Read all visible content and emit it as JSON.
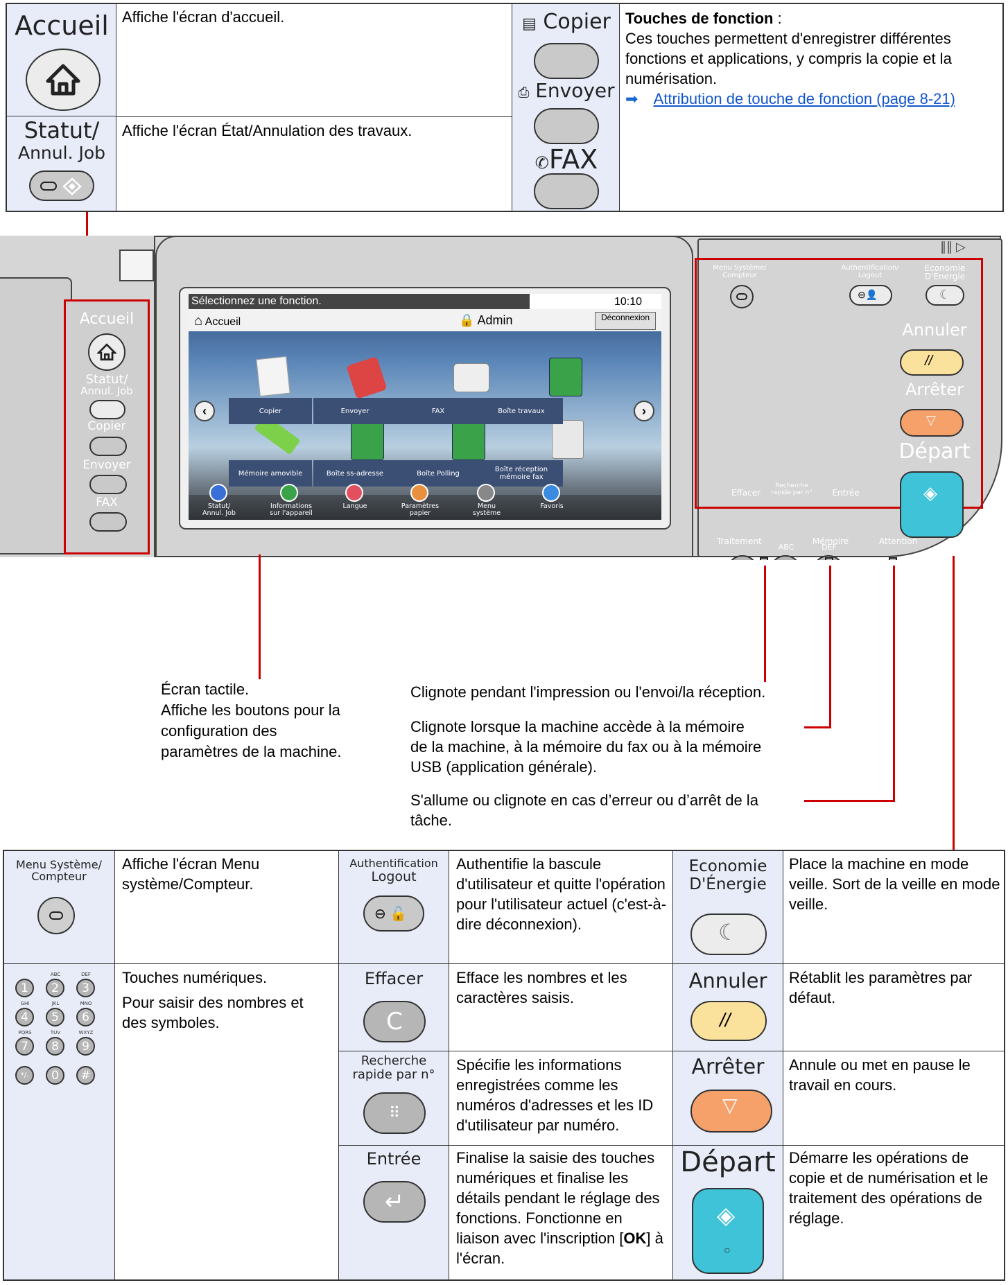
{
  "top_table": {
    "accueil": {
      "key": "Accueil",
      "desc": "Affiche l'écran d'accueil."
    },
    "statut": {
      "key_line1": "Statut/",
      "key_line2": "Annul. Job",
      "desc": "Affiche l'écran État/Annulation des travaux."
    },
    "function_keys": {
      "copier": "Copier",
      "envoyer": "Envoyer",
      "fax": "FAX"
    },
    "fn_desc_title": "Touches de fonction",
    "fn_desc_colon": " :",
    "fn_desc_text": "Ces touches permettent d'enregistrer différentes fonctions et applications, y compris la copie et la numérisation.",
    "fn_link": "Attribution de touche de fonction (page 8-21)"
  },
  "panel": {
    "left_keys": {
      "accueil": "Accueil",
      "statut1": "Statut/",
      "statut2": "Annul. Job",
      "copier": "Copier",
      "envoyer": "Envoyer",
      "fax": "FAX"
    },
    "screen": {
      "header_title": "Sélectionnez une fonction.",
      "time": "10:10",
      "home_label": "Accueil",
      "user": "Admin",
      "logout": "Déconnexion",
      "apps": [
        "Copier",
        "Envoyer",
        "FAX",
        "Boîte travaux",
        "Mémoire amovible",
        "Boîte ss-adresse",
        "Boîte Polling",
        "Boîte réception mémoire fax"
      ],
      "dock": [
        "Statut/ Annul. Job",
        "Informations sur l'appareil",
        "Langue",
        "Paramètres papier",
        "Menu système",
        "Favoris"
      ]
    },
    "right": {
      "menu_systeme": "Menu Système/ Compteur",
      "auth": "Authentification/ Logout",
      "eco": "Economie D'Energie",
      "keys": [
        {
          "n": "1",
          "l": ""
        },
        {
          "n": "2",
          "l": "ABC"
        },
        {
          "n": "3",
          "l": "DEF"
        },
        {
          "n": "4",
          "l": "GHI"
        },
        {
          "n": "5",
          "l": "JKL"
        },
        {
          "n": "6",
          "l": "MNO"
        },
        {
          "n": "7",
          "l": "PQRS"
        },
        {
          "n": "8",
          "l": "TUV"
        },
        {
          "n": "9",
          "l": "WXYZ"
        },
        {
          "n": "*/.",
          "l": ""
        },
        {
          "n": "0",
          "l": ""
        },
        {
          "n": "#",
          "l": ""
        }
      ],
      "annuler": "Annuler",
      "arreter": "Arrêter",
      "depart": "Départ",
      "effacer": "Effacer",
      "recherche": "Recherche rapide par n°",
      "entree": "Entrée",
      "leds": [
        "Traitement",
        "Mémoire",
        "Attention"
      ]
    }
  },
  "callouts": {
    "ecran_tactile": [
      "Écran tactile.",
      "Affiche les boutons pour la",
      "configuration des",
      "paramètres de la machine."
    ],
    "traitement": "Clignote pendant l'impression ou l'envoi/la réception.",
    "memoire": [
      "Clignote lorsque la machine accède à la mémoire",
      "de la machine, à la mémoire du fax ou à la mémoire",
      "USB (application générale)."
    ],
    "attention": [
      "S'allume ou clignote en cas d’erreur ou d’arrêt de la",
      "tâche."
    ]
  },
  "bottom_table": {
    "menu": {
      "key": "Menu Système/ Compteur",
      "desc": "Affiche l'écran Menu système/Compteur."
    },
    "auth": {
      "key1": "Authentification",
      "key2": "Logout",
      "desc": "Authentifie la bascule d'utilisateur et quitte l'opération pour l'utilisateur actuel (c'est-à-dire déconnexion)."
    },
    "eco": {
      "key1": "Economie",
      "key2": "D'Énergie",
      "desc": "Place la machine en mode veille. Sort de la veille en mode veille."
    },
    "numeric": {
      "desc1": "Touches numériques.",
      "desc2": "Pour saisir des nombres et des symboles."
    },
    "effacer": {
      "key": "Effacer",
      "desc": "Efface les nombres et les caractères saisis."
    },
    "annuler": {
      "key": "Annuler",
      "desc": "Rétablit les paramètres par défaut."
    },
    "recherche": {
      "key1": "Recherche",
      "key2": "rapide par n°",
      "desc": "Spécifie les informations enregistrées comme les numéros d'adresses et les ID d'utilisateur par numéro."
    },
    "arreter": {
      "key": "Arrêter",
      "desc": "Annule ou met en pause le travail en cours."
    },
    "entree": {
      "key": "Entrée",
      "desc_before": "Finalise la saisie des touches numériques et finalise les détails pendant le réglage des fonctions. Fonctionne en liaison avec l'inscription [",
      "desc_bold": "OK",
      "desc_after": "] à l'écran."
    },
    "depart": {
      "key": "Départ",
      "desc": "Démarre les opérations de copie et de numérisation et le traitement des opérations de réglage."
    }
  },
  "colors": {
    "cell_bg": "#e8ecf8",
    "red": "#cc0000",
    "link": "#1155cc",
    "annuler": "#fbe29c",
    "arreter": "#f6a06a",
    "depart": "#3ec3d8"
  }
}
